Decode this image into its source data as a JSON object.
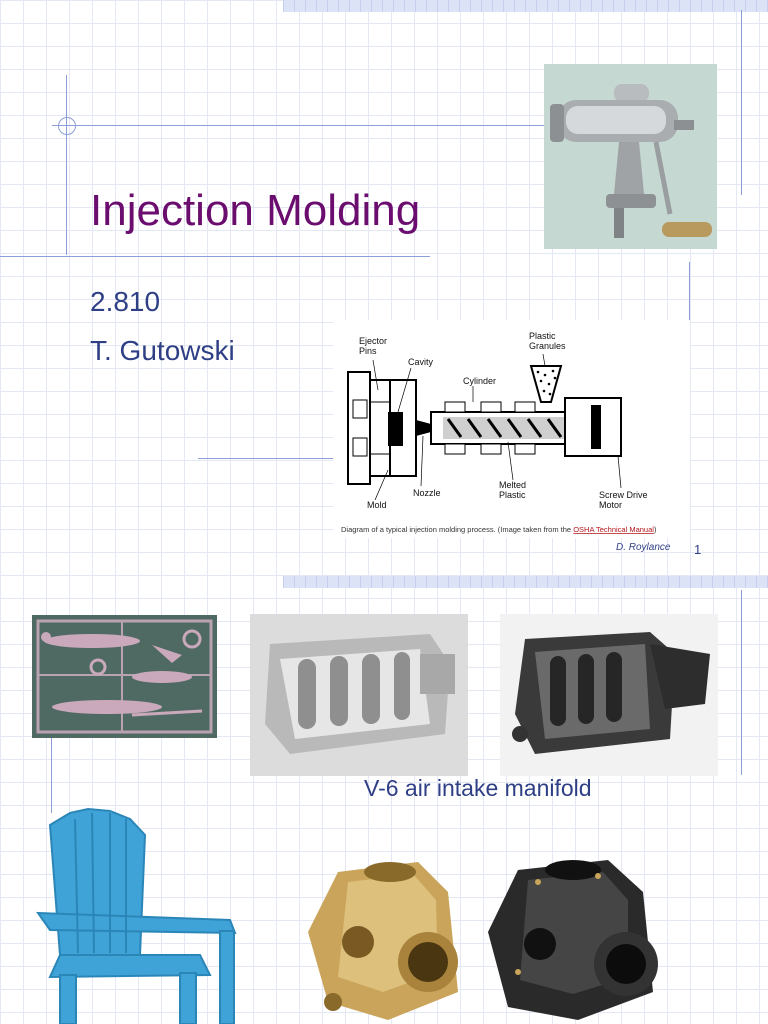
{
  "slide1": {
    "title": "Injection Molding",
    "course_number": "2.810",
    "author": "T. Gutowski",
    "credit": "D. Roylance",
    "page_number": "1"
  },
  "diagram": {
    "labels": {
      "ejector_pins": "Ejector\nPins",
      "cavity": "Cavity",
      "plastic_granules": "Plastic\nGranules",
      "cylinder": "Cylinder",
      "mold": "Mold",
      "nozzle": "Nozzle",
      "melted_plastic": "Melted\nPlastic",
      "screw_drive_motor": "Screw Drive\nMotor"
    },
    "caption_prefix": "Diagram of a typical injection molding process. (Image taken from the ",
    "caption_link": "OSHA Technical Manual",
    "caption_suffix": ")"
  },
  "slide2": {
    "manifold_caption": "V-6 air intake manifold"
  }
}
